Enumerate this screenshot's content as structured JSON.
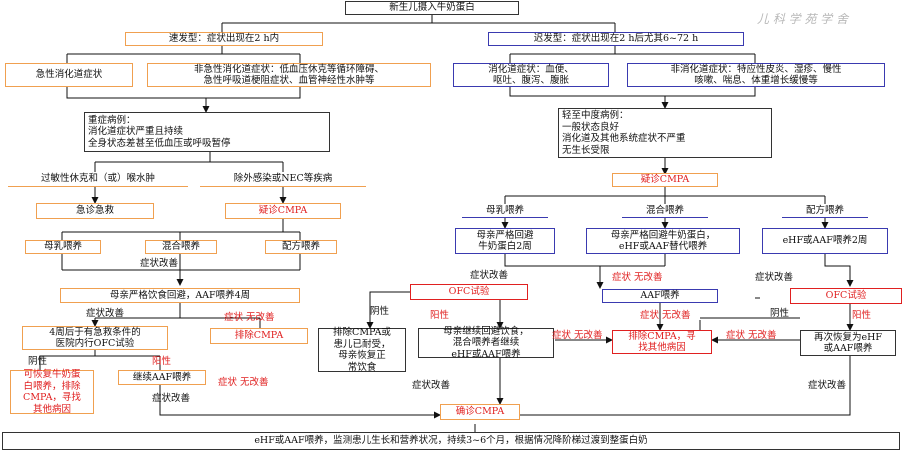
{
  "title": "新生儿摄入牛奶蛋白",
  "watermark": "儿 科 学 苑 学 舍",
  "rapid": "速发型：症状出现在2 h内",
  "delayed": "迟发型：症状出现在2 h后尤其6~72 h",
  "acute_gi": "急性消化道症状",
  "non_gi_rapid": "非急性消化道症状：低血压休克等循环障碍、\n急性呼吸道梗阻症状、血管神经性水肿等",
  "gi_delayed": "消化道症状：血便、\n呕吐、腹泻、腹胀",
  "non_gi_delayed": "非消化道症状：特应性皮炎、湿疹、慢性\n咳嗽、喘息、体重增长缓慢等",
  "severe": "重症病例：\n   消化道症状严重且持续\n   全身状态差甚至低血压或呼吸暂停",
  "mild": "轻至中度病例：\n   一般状态良好\n   消化道及其他系统症状不严重\n   无生长受限",
  "anaphylaxis": "过敏性休克和（或）喉水肿",
  "exclude_nec": "除外感染或NEC等疾病",
  "emergency": "急诊急救",
  "suspect_a": "疑诊CMPA",
  "suspect_b": "疑诊CMPA",
  "breast_l": "母乳喂养",
  "mixed_l": "混合喂养",
  "formula_l": "配方喂养",
  "breast_r": "母乳喂养",
  "mixed_r": "混合喂养",
  "formula_r": "配方喂养",
  "mother_avoid_2w": "母亲严格回避\n牛奶蛋白2周",
  "mother_avoid_sub": "母亲严格回避牛奶蛋白，\neHF或AAF替代喂养",
  "ehf_aaf_2w": "eHF或AAF喂养2周",
  "improve": "症状改善",
  "mother_aaf_4w": "母亲严格饮食回避，AAF喂养4周",
  "ofc_4w": "4周后于有急救条件的\n医院内行OFC试验",
  "negative": "阴性",
  "positive": "阳性",
  "neg_result": "可恢复牛奶蛋\n白喂养，排除\nCMPA，寻找\n其他病因",
  "continue_aaf": "继续AAF喂养",
  "exclude_cmpa": "排除CMPA",
  "no_improve": "无改善",
  "symptom": "症状",
  "ofc_test": "OFC试验",
  "ofc_test2": "OFC试验",
  "exclude_text": "排除CMPA或\n患儿已耐受，\n母亲恢复正\n常饮食",
  "mother_continue": "母亲继续回避饮食，\n混合喂养者继续\neHF或AAF喂养",
  "aaf_feed": "AAF喂养",
  "exclude_other": "排除CMPA，寻\n找其他病因",
  "resume_ehf": "再次恢复为eHF\n或AAF喂养",
  "confirm": "确诊CMPA",
  "bottom": "eHF或AAF喂养，监测患儿生长和营养状况，持续3~6个月，根据情况降阶梯过渡到整蛋白奶"
}
